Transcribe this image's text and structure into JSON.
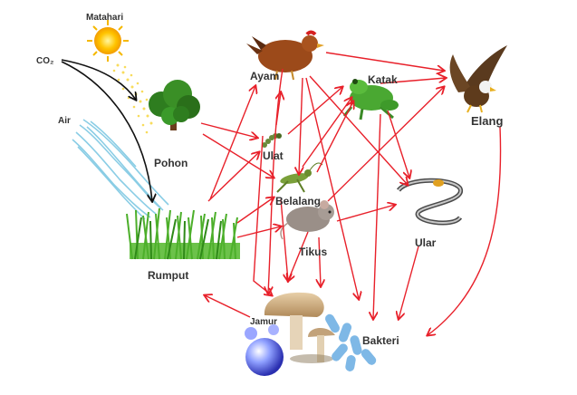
{
  "labels": {
    "sun": "Matahari",
    "co2": "CO₂",
    "water": "Air",
    "tree": "Pohon",
    "grass": "Rumput",
    "hen": "Ayam",
    "caterpillar": "Ulat",
    "grasshopper": "Belalang",
    "mouse": "Tikus",
    "frog": "Katak",
    "snake": "Ular",
    "eagle": "Elang",
    "fungus": "Jamur",
    "bacteria": "Bakteri"
  },
  "colors": {
    "arrow_red": "#e8202a",
    "arrow_black": "#111111",
    "sun": "#f5b800",
    "water": "#7ec8e3",
    "grass": "#4caf2a",
    "tree_leaf": "#2e7d1f"
  },
  "icons": [
    "sun-icon",
    "tree-icon",
    "grass-icon",
    "hen-icon",
    "caterpillar-icon",
    "grasshopper-icon",
    "mouse-icon",
    "frog-icon",
    "snake-icon",
    "eagle-icon",
    "mushroom-icon",
    "bacteria-icon",
    "water-stream-icon"
  ]
}
